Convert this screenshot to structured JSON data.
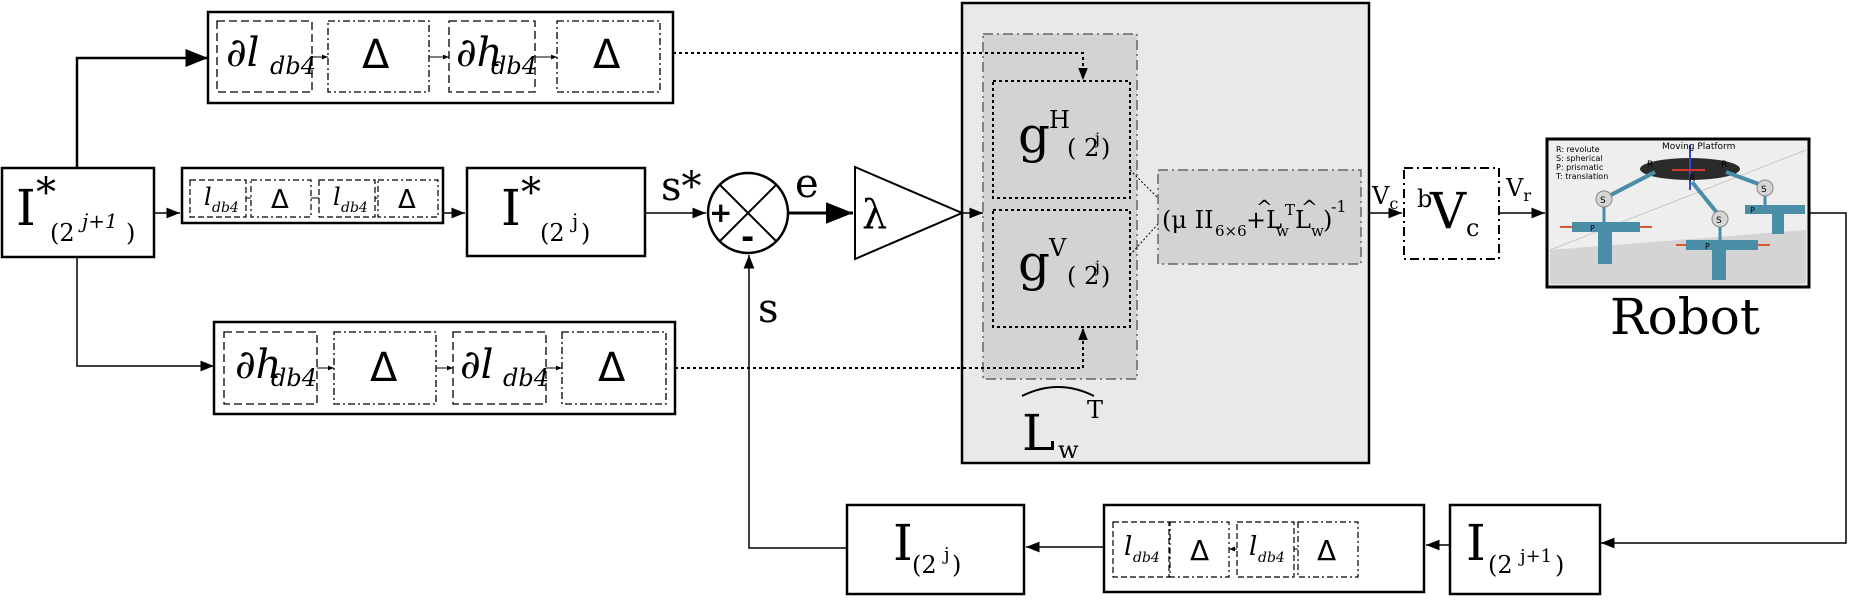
{
  "source": {
    "main": "I",
    "star": "*",
    "sub": "(2",
    "exp": "j+1",
    "close": ")"
  },
  "delta": "Δ",
  "top_chain": {
    "d1_main": "∂l",
    "d1_sub": "db4",
    "d2_main": "∂h",
    "d2_sub": "db4"
  },
  "bottom_chain": {
    "d1_main": "∂h",
    "d1_sub": "db4",
    "d2_main": "∂l",
    "d2_sub": "db4"
  },
  "mid_chain": {
    "l1_main": "l",
    "l1_sub": "db4",
    "l2_main": "l",
    "l2_sub": "db4"
  },
  "mid_image": {
    "main": "I",
    "star": "*",
    "sub": "(2",
    "exp": "j",
    "close": ")"
  },
  "signals": {
    "s_star": "s*",
    "e": "e",
    "s": "s",
    "vc": "V",
    "vc_sub": "c",
    "vr": "V",
    "vr_sub": "r"
  },
  "summer": {
    "plus": "+",
    "minus": "-"
  },
  "gain": "λ",
  "interaction": {
    "gH_main": "g",
    "gH_sup": "H",
    "gH_sub": "( 2",
    "gH_exp": "j",
    "gH_close": ")",
    "gV_main": "g",
    "gV_sup": "V",
    "gV_sub": "( 2",
    "gV_exp": "j",
    "gV_close": ")",
    "inverse": "(μ II",
    "inverse_sub": "6×6",
    "inverse_mid": "+L",
    "inverse_w1": "w",
    "inverse_t": "T",
    "inverse_l2": "L",
    "inverse_w2": "w",
    "inverse_close": ")",
    "inverse_exp": "-1",
    "lw_main": "L",
    "lw_sub": "w",
    "lw_sup": "T"
  },
  "transform": {
    "pre": "b",
    "main": "V",
    "sub": "c"
  },
  "robot": {
    "label": "Robot",
    "image_caption": "Moving Platform",
    "legend": [
      "R: revolute",
      "S: spherical",
      "P: prismatic",
      "T: translation"
    ],
    "joints": [
      "R",
      "R",
      "R",
      "S",
      "S",
      "S",
      "P",
      "P",
      "P"
    ]
  },
  "feedback": {
    "image_main": "I",
    "image_sub": "(2",
    "image_exp": "j+1",
    "image_close": ")",
    "out_main": "I",
    "out_sub": "(2",
    "out_exp": "j",
    "out_close": ")",
    "l1_main": "l",
    "l1_sub": "db4",
    "l2_main": "l",
    "l2_sub": "db4"
  },
  "colors": {
    "panel": "#e9e9e9",
    "inner_panel": "#d3d3d3",
    "robot_bg": "#e4e4e4",
    "robot_legs": "#4a8da6"
  }
}
